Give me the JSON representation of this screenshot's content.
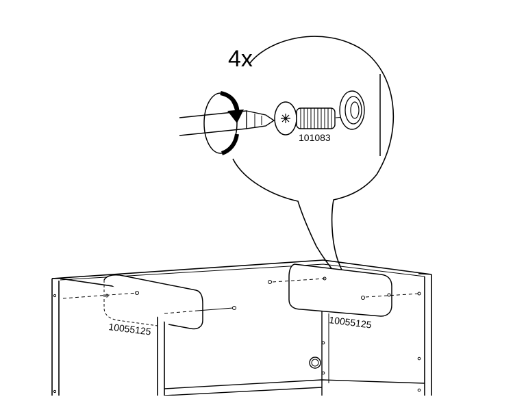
{
  "callout": {
    "quantity": "4x",
    "screw_part_number": "101083"
  },
  "furniture": {
    "left_bracket_part_number": "10055125",
    "right_bracket_part_number": "10055125"
  },
  "colors": {
    "line": "#000000",
    "background": "#ffffff",
    "screw_fill": "#ffffff"
  },
  "icons": [
    "rotation-arrow-icon",
    "phillips-screwdriver-icon",
    "screw-icon",
    "cam-lock-hole-icon"
  ]
}
